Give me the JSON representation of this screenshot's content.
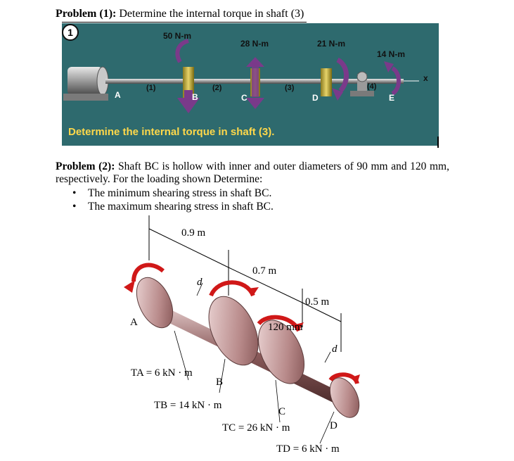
{
  "problem1": {
    "label": "Problem (1):",
    "text": "Determine the internal torque in shaft (3)",
    "badge": "1",
    "figure_title": "Determine the internal torque in shaft (3).",
    "torques": [
      "50 N-m",
      "28 N-m",
      "21 N-m",
      "14 N-m"
    ],
    "points": [
      "A",
      "B",
      "C",
      "D",
      "E"
    ],
    "shafts": [
      "(1)",
      "(2)",
      "(3)",
      "(4)"
    ],
    "axis": "x"
  },
  "problem2": {
    "label": "Problem (2):",
    "text": "Shaft BC is hollow with inner and outer diameters of 90 mm and 120 mm, respectively. For the loading shown Determine:",
    "bullets": [
      "The minimum shearing stress in shaft BC.",
      "The maximum shearing stress in shaft BC."
    ],
    "figure": {
      "dim_ab": "0.9 m",
      "dim_bc": "0.7 m",
      "dim_cd": "0.5 m",
      "diameter": "120 mm",
      "d_label": "d",
      "point_a": "A",
      "point_b": "B",
      "point_c": "C",
      "point_d": "D",
      "ta": "TA = 6 kN · m",
      "tb": "TB = 14 kN · m",
      "tc": "TC = 26 kN · m",
      "td": "TD = 6 kN · m"
    }
  }
}
